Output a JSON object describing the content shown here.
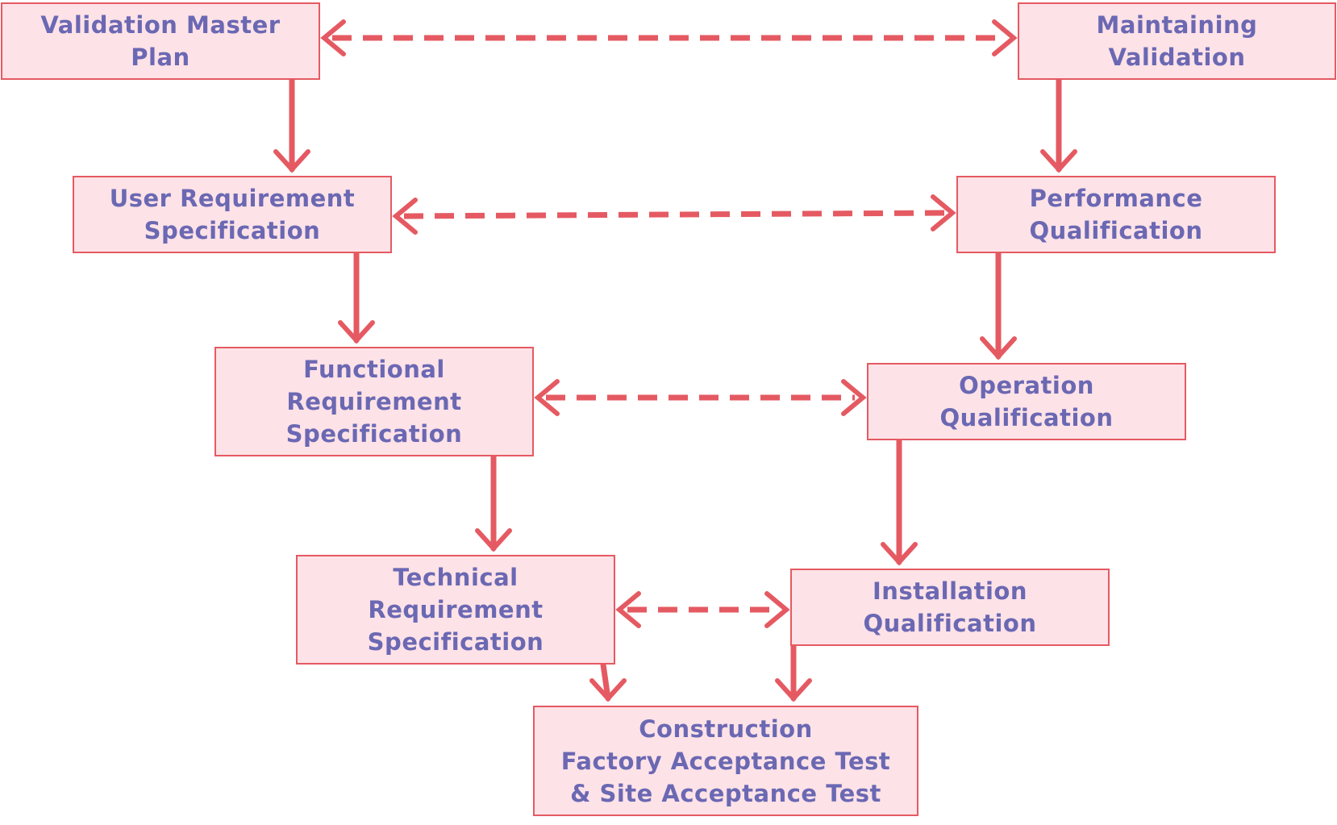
{
  "diagram": {
    "colors": {
      "box_fill": "#fde2e7",
      "box_border": "#e55a62",
      "text": "#6b68b3",
      "arrow": "#e55a62"
    },
    "boxes": {
      "vmp": {
        "lines": [
          "Validation Master",
          "Plan"
        ]
      },
      "mv": {
        "lines": [
          "Maintaining",
          "Validation"
        ]
      },
      "urs": {
        "lines": [
          "User Requirement",
          "Specification"
        ]
      },
      "pq": {
        "lines": [
          "Performance",
          "Qualification"
        ]
      },
      "frs": {
        "lines": [
          "Functional",
          "Requirement",
          "Specification"
        ]
      },
      "oq": {
        "lines": [
          "Operation",
          "Qualification"
        ]
      },
      "trs": {
        "lines": [
          "Technical",
          "Requirement",
          "Specification"
        ]
      },
      "iq": {
        "lines": [
          "Installation",
          "Qualification"
        ]
      },
      "cons": {
        "lines": [
          "Construction",
          "Factory Acceptance Test",
          "& Site Acceptance Test"
        ]
      }
    },
    "flows": [
      {
        "from": "vmp",
        "to": "urs",
        "style": "solid"
      },
      {
        "from": "urs",
        "to": "frs",
        "style": "solid"
      },
      {
        "from": "frs",
        "to": "trs",
        "style": "solid"
      },
      {
        "from": "trs",
        "to": "cons",
        "style": "solid"
      },
      {
        "from": "mv",
        "to": "pq",
        "style": "solid"
      },
      {
        "from": "pq",
        "to": "oq",
        "style": "solid"
      },
      {
        "from": "oq",
        "to": "iq",
        "style": "solid"
      },
      {
        "from": "iq",
        "to": "cons",
        "style": "solid"
      },
      {
        "from": "vmp",
        "to": "mv",
        "style": "dashed-bidirectional"
      },
      {
        "from": "urs",
        "to": "pq",
        "style": "dashed-bidirectional"
      },
      {
        "from": "frs",
        "to": "oq",
        "style": "dashed-bidirectional"
      },
      {
        "from": "trs",
        "to": "iq",
        "style": "dashed-bidirectional"
      }
    ]
  }
}
